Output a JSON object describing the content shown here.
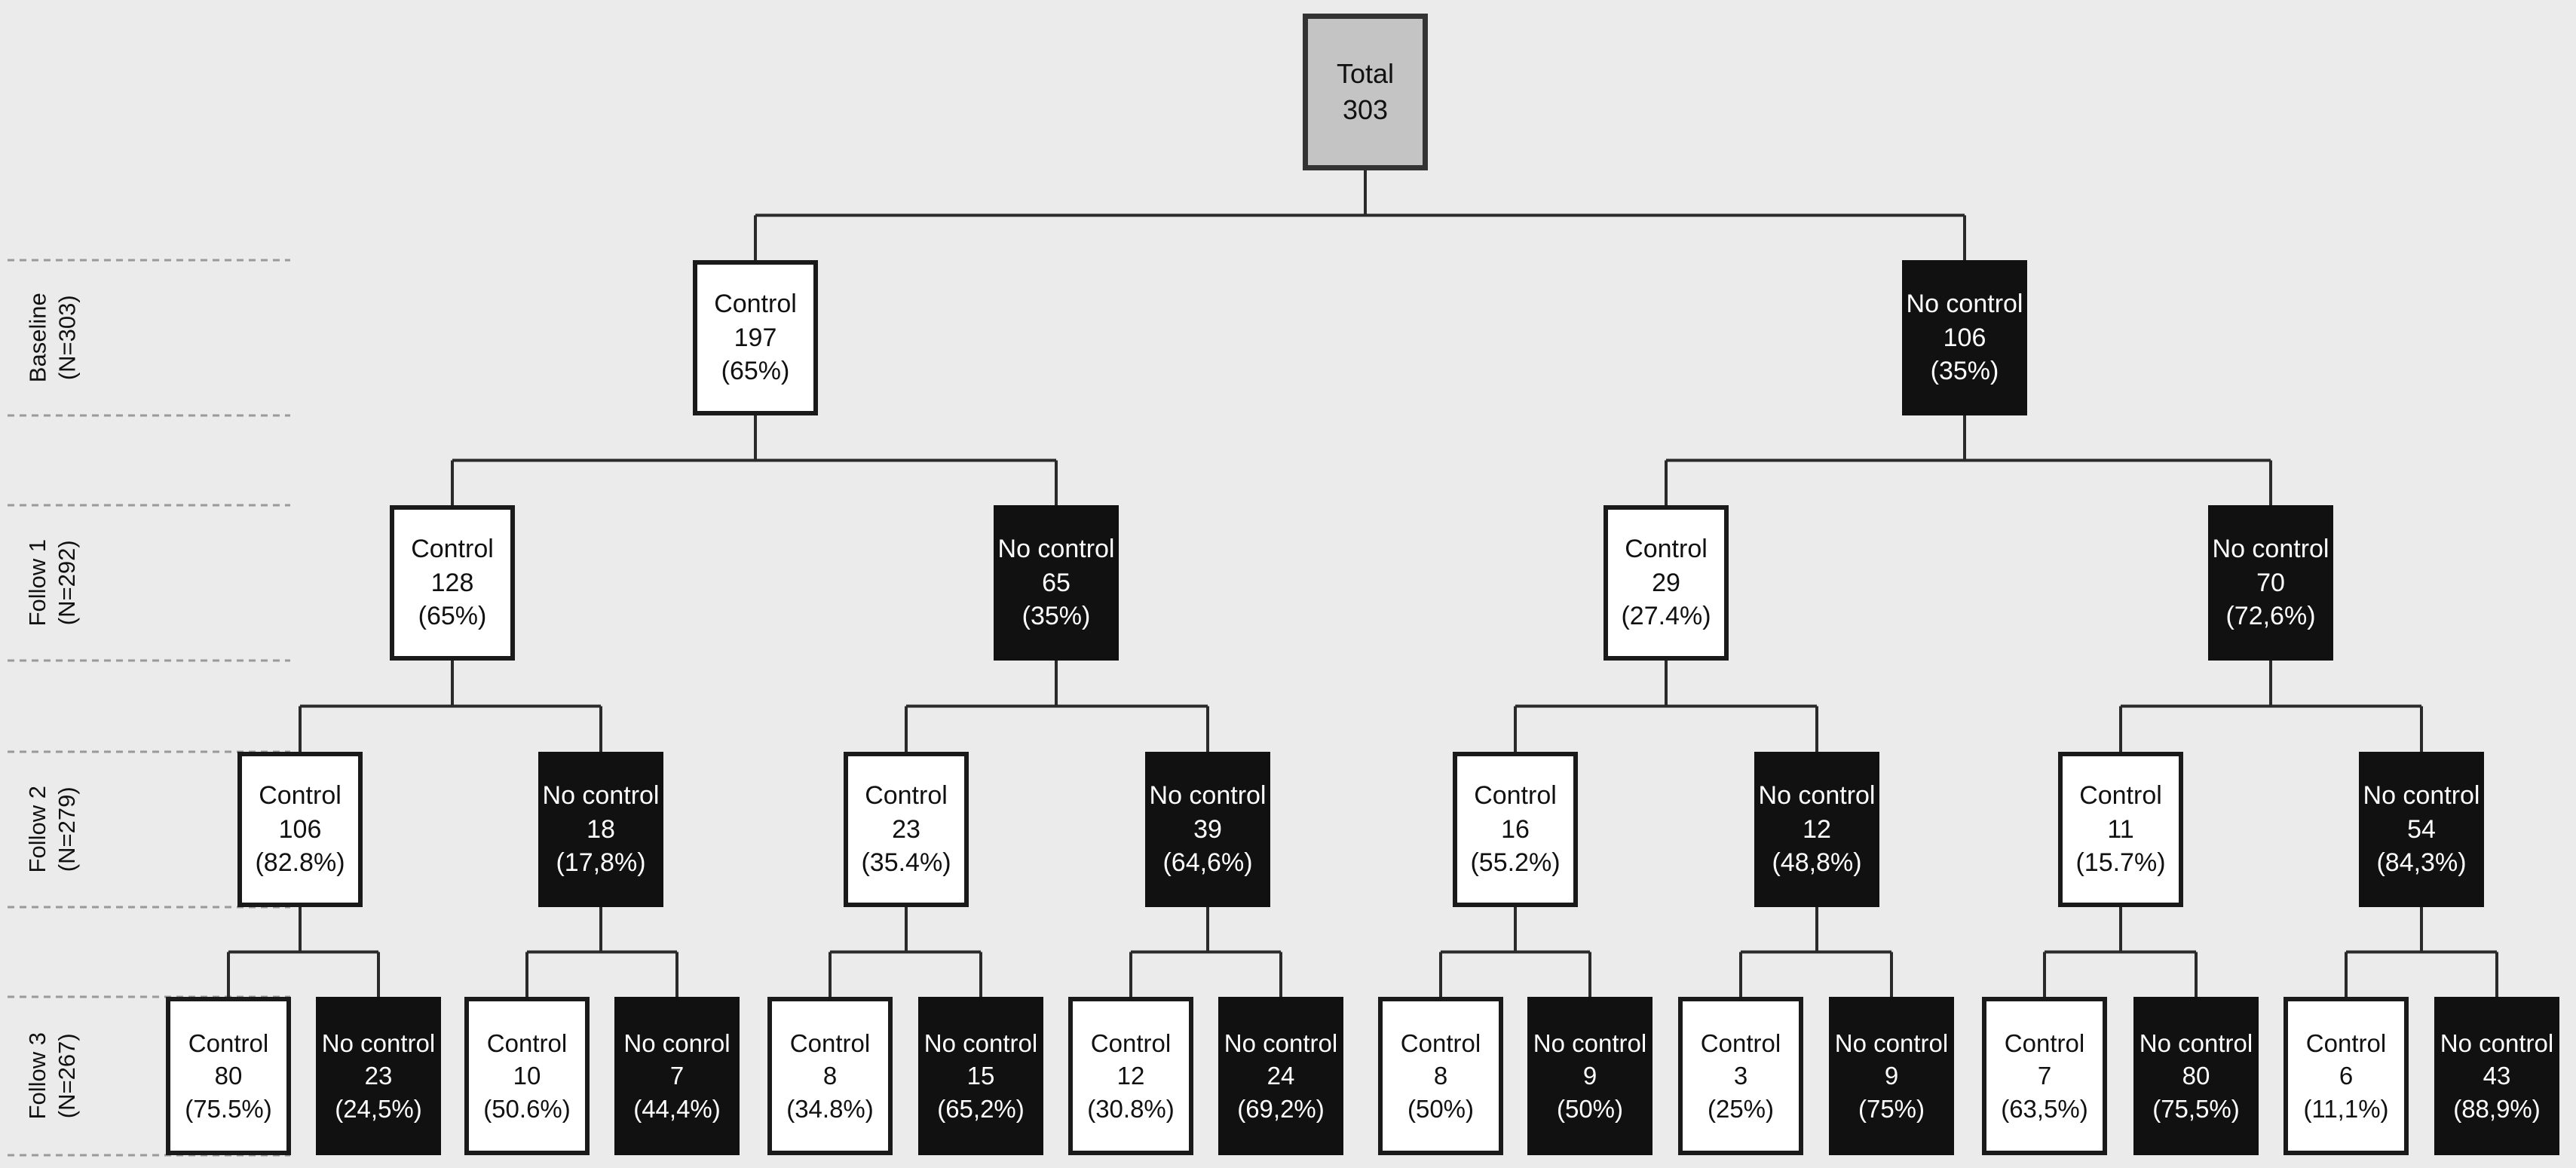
{
  "levels": [
    {
      "name": "Baseline",
      "n": "(N=303)"
    },
    {
      "name": "Follow 1",
      "n": "(N=292)"
    },
    {
      "name": "Follow 2",
      "n": "(N=279)"
    },
    {
      "name": "Follow 3",
      "n": "(N=267)"
    }
  ],
  "nodes": {
    "root": {
      "label": "Total",
      "value": "303",
      "pct": ""
    },
    "l1_0": {
      "label": "Control",
      "value": "197",
      "pct": "(65%)"
    },
    "l1_1": {
      "label": "No control",
      "value": "106",
      "pct": "(35%)"
    },
    "l2_0": {
      "label": "Control",
      "value": "128",
      "pct": "(65%)"
    },
    "l2_1": {
      "label": "No control",
      "value": "65",
      "pct": "(35%)"
    },
    "l2_2": {
      "label": "Control",
      "value": "29",
      "pct": "(27.4%)"
    },
    "l2_3": {
      "label": "No control",
      "value": "70",
      "pct": "(72,6%)"
    },
    "l3_0": {
      "label": "Control",
      "value": "106",
      "pct": "(82.8%)"
    },
    "l3_1": {
      "label": "No control",
      "value": "18",
      "pct": "(17,8%)"
    },
    "l3_2": {
      "label": "Control",
      "value": "23",
      "pct": "(35.4%)"
    },
    "l3_3": {
      "label": "No control",
      "value": "39",
      "pct": "(64,6%)"
    },
    "l3_4": {
      "label": "Control",
      "value": "16",
      "pct": "(55.2%)"
    },
    "l3_5": {
      "label": "No control",
      "value": "12",
      "pct": "(48,8%)"
    },
    "l3_6": {
      "label": "Control",
      "value": "11",
      "pct": "(15.7%)"
    },
    "l3_7": {
      "label": "No control",
      "value": "54",
      "pct": "(84,3%)"
    },
    "l4_0": {
      "label": "Control",
      "value": "80",
      "pct": "(75.5%)"
    },
    "l4_1": {
      "label": "No control",
      "value": "23",
      "pct": "(24,5%)"
    },
    "l4_2": {
      "label": "Control",
      "value": "10",
      "pct": "(50.6%)"
    },
    "l4_3": {
      "label": "No conrol",
      "value": "7",
      "pct": "(44,4%)"
    },
    "l4_4": {
      "label": "Control",
      "value": "8",
      "pct": "(34.8%)"
    },
    "l4_5": {
      "label": "No control",
      "value": "15",
      "pct": "(65,2%)"
    },
    "l4_6": {
      "label": "Control",
      "value": "12",
      "pct": "(30.8%)"
    },
    "l4_7": {
      "label": "No control",
      "value": "24",
      "pct": "(69,2%)"
    },
    "l4_8": {
      "label": "Control",
      "value": "8",
      "pct": "(50%)"
    },
    "l4_9": {
      "label": "No control",
      "value": "9",
      "pct": "(50%)"
    },
    "l4_10": {
      "label": "Control",
      "value": "3",
      "pct": "(25%)"
    },
    "l4_11": {
      "label": "No control",
      "value": "9",
      "pct": "(75%)"
    },
    "l4_12": {
      "label": "Control",
      "value": "7",
      "pct": "(63,5%)"
    },
    "l4_13": {
      "label": "No control",
      "value": "80",
      "pct": "(75,5%)"
    },
    "l4_14": {
      "label": "Control",
      "value": "6",
      "pct": "(11,1%)"
    },
    "l4_15": {
      "label": "No control",
      "value": "43",
      "pct": "(88,9%)"
    }
  }
}
